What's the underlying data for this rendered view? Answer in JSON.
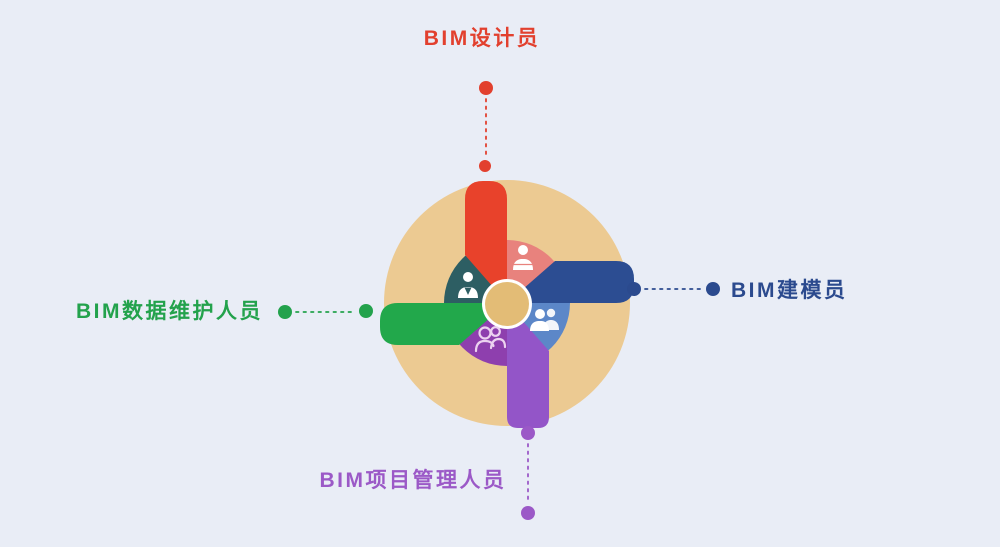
{
  "diagram": {
    "background": "#e9edf6",
    "wheel": {
      "base_color": "#ecca92",
      "hub_color": "#e3bc76",
      "hub_ring_color": "#ffffff",
      "icon_color": "#ffffff",
      "outline_icon_color": "#ecd2f0"
    },
    "roles": [
      {
        "position": "top",
        "label": "BIM设计员",
        "color": "#e2402e",
        "arm_color": "#e8422b"
      },
      {
        "position": "right",
        "label": "BIM建模员",
        "color": "#2b4a8e",
        "arm_color": "#2c4d92"
      },
      {
        "position": "left",
        "label": "BIM数据维护人员",
        "color": "#23a24c",
        "arm_color": "#22a84b"
      },
      {
        "position": "bottom",
        "label": "BIM项目管理人员",
        "color": "#9b59c7",
        "arm_color": "#9355c8"
      }
    ],
    "blades": [
      {
        "position": "top-right",
        "color": "#e8827d",
        "icon": "presenter-person-icon"
      },
      {
        "position": "top-left",
        "color": "#2d5e63",
        "icon": "person-suit-icon"
      },
      {
        "position": "bottom-right",
        "color": "#5c87c8",
        "icon": "people-pair-icon"
      },
      {
        "position": "bottom-left",
        "color": "#8e3fae",
        "icon": "team-outline-icon"
      }
    ]
  }
}
